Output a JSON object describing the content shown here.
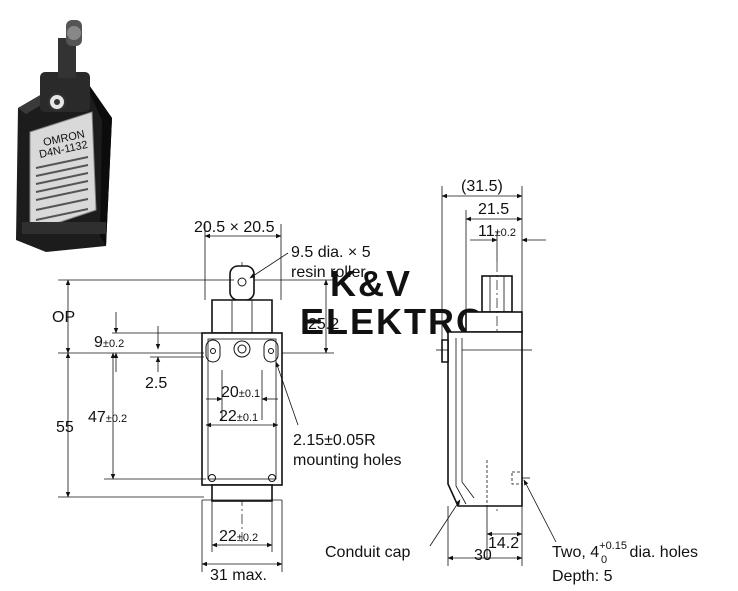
{
  "watermark": {
    "line1": "K&V",
    "line2": "ELEKTRO"
  },
  "product_photo": {
    "brand": "OMRON",
    "model": "D4N-1132"
  },
  "front_view": {
    "width_top": "20.5 × 20.5",
    "roller_note_1": "9.5 dia. × 5",
    "roller_note_2": "resin roller",
    "op": "OP",
    "height_roller": "25.2",
    "dim_9": "9",
    "tol_9": "±0.2",
    "dim_2_5": "2.5",
    "dim_47": "47",
    "tol_47": "±0.2",
    "dim_55": "55",
    "dim_20": "20",
    "tol_20": "±0.1",
    "dim_22_inner": "22",
    "tol_22_inner": "±0.1",
    "holes_1": "2.15±0.05R",
    "holes_2": "mounting holes",
    "dim_22_bottom": "22",
    "tol_22_bottom": "±0.2",
    "dim_31": "31 max."
  },
  "side_view": {
    "dim_31_5": "(31.5)",
    "dim_21_5": "21.5",
    "dim_11": "11",
    "tol_11": "±0.2",
    "dim_14_2": "14.2",
    "dim_30": "30",
    "conduit": "Conduit cap",
    "holes_a": "Two, 4",
    "holes_tol_upper": "+0.15",
    "holes_tol_lower": "0",
    "holes_b": " dia. holes",
    "depth": "Depth: 5"
  }
}
